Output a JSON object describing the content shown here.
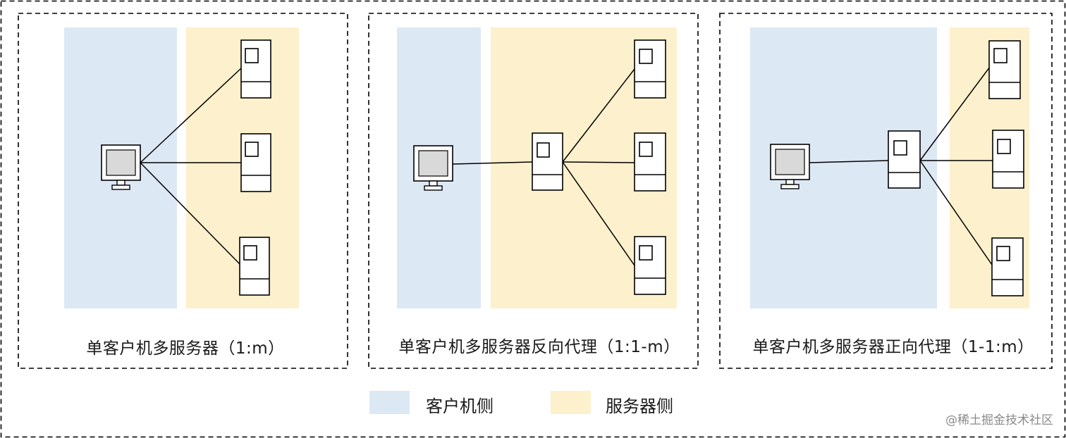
{
  "colors": {
    "client_side": "#dde8f5",
    "server_side": "#fdf0cc",
    "line": "#000000",
    "screen": "#d9d9d9",
    "border": "#000000"
  },
  "panels": [
    {
      "caption": "单客户机多服务器（1:m）",
      "topology": "direct",
      "proxy": "none"
    },
    {
      "caption": "单客户机多服务器反向代理（1:1-m）",
      "topology": "proxy",
      "proxy": "server-side"
    },
    {
      "caption": "单客户机多服务器正向代理（1-1:m）",
      "topology": "proxy",
      "proxy": "client-side"
    }
  ],
  "legend": {
    "client": {
      "label": "客户机侧",
      "icon": "client-side-swatch"
    },
    "server": {
      "label": "服务器侧",
      "icon": "server-side-swatch"
    }
  },
  "icons": {
    "client": "monitor-icon",
    "server": "server-tower-icon"
  },
  "watermark": "@稀土掘金技术社区"
}
